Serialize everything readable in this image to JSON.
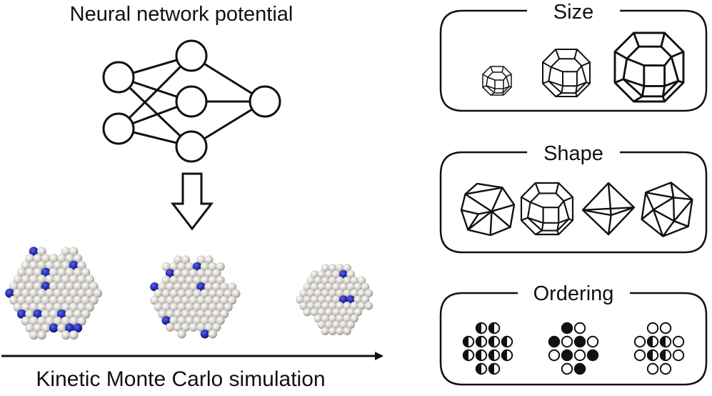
{
  "texts": {
    "title": "Neural network potential",
    "kmc": "Kinetic Monte Carlo simulation",
    "size": "Size",
    "shape": "Shape",
    "ordering": "Ordering"
  },
  "colors": {
    "ink": "#111111",
    "atom": "#d9d6d0",
    "atom_shadow": "#8f8c87",
    "dopant": "#1f2bb0"
  }
}
